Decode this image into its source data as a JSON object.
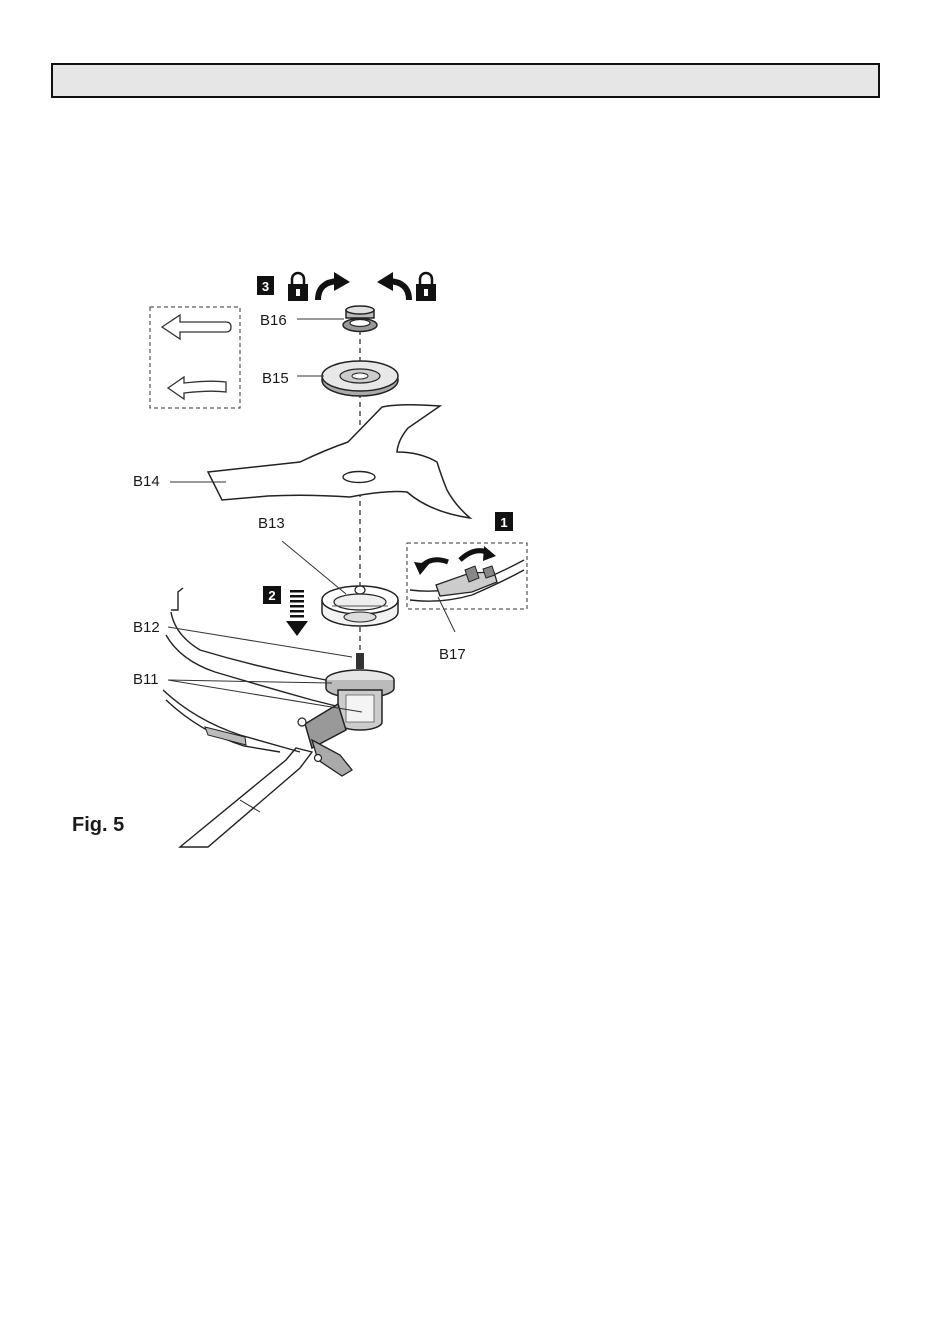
{
  "figure": {
    "caption": "Fig. 5",
    "parts": {
      "b11": "B11",
      "b12": "B12",
      "b13": "B13",
      "b14": "B14",
      "b15": "B15",
      "b16": "B16",
      "b17": "B17"
    },
    "steps": {
      "step1": "1",
      "step2": "2",
      "step3": "3"
    }
  }
}
